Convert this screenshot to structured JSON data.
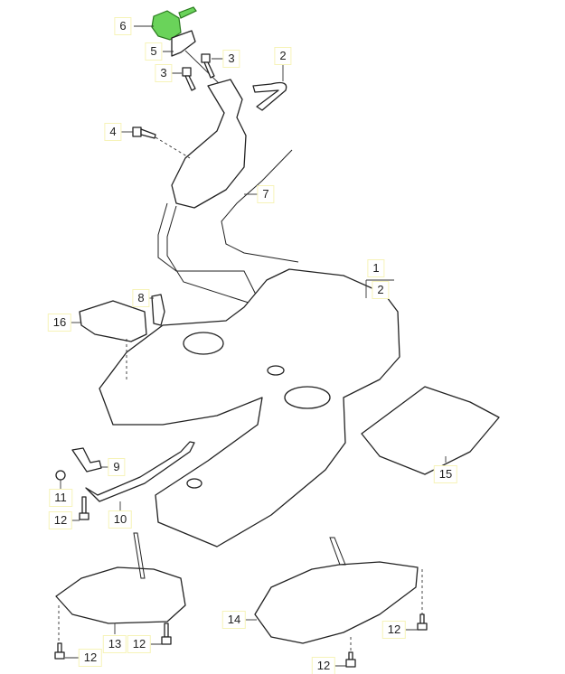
{
  "diagram": {
    "callouts": [
      {
        "id": "c6",
        "text": "6",
        "highlighted": true
      },
      {
        "id": "c5",
        "text": "5"
      },
      {
        "id": "c3a",
        "text": "3"
      },
      {
        "id": "c3b",
        "text": "3"
      },
      {
        "id": "c2a",
        "text": "2"
      },
      {
        "id": "c4",
        "text": "4"
      },
      {
        "id": "c7",
        "text": "7"
      },
      {
        "id": "c1",
        "text": "1"
      },
      {
        "id": "c2b",
        "text": "2"
      },
      {
        "id": "c8",
        "text": "8"
      },
      {
        "id": "c16",
        "text": "16"
      },
      {
        "id": "c9",
        "text": "9"
      },
      {
        "id": "c11",
        "text": "11"
      },
      {
        "id": "c12a",
        "text": "12"
      },
      {
        "id": "c10",
        "text": "10"
      },
      {
        "id": "c15",
        "text": "15"
      },
      {
        "id": "c13",
        "text": "13"
      },
      {
        "id": "c12b",
        "text": "12"
      },
      {
        "id": "c12c",
        "text": "12"
      },
      {
        "id": "c14",
        "text": "14"
      },
      {
        "id": "c12d",
        "text": "12"
      },
      {
        "id": "c12e",
        "text": "12"
      }
    ],
    "highlight_color": "#6ad35a"
  }
}
